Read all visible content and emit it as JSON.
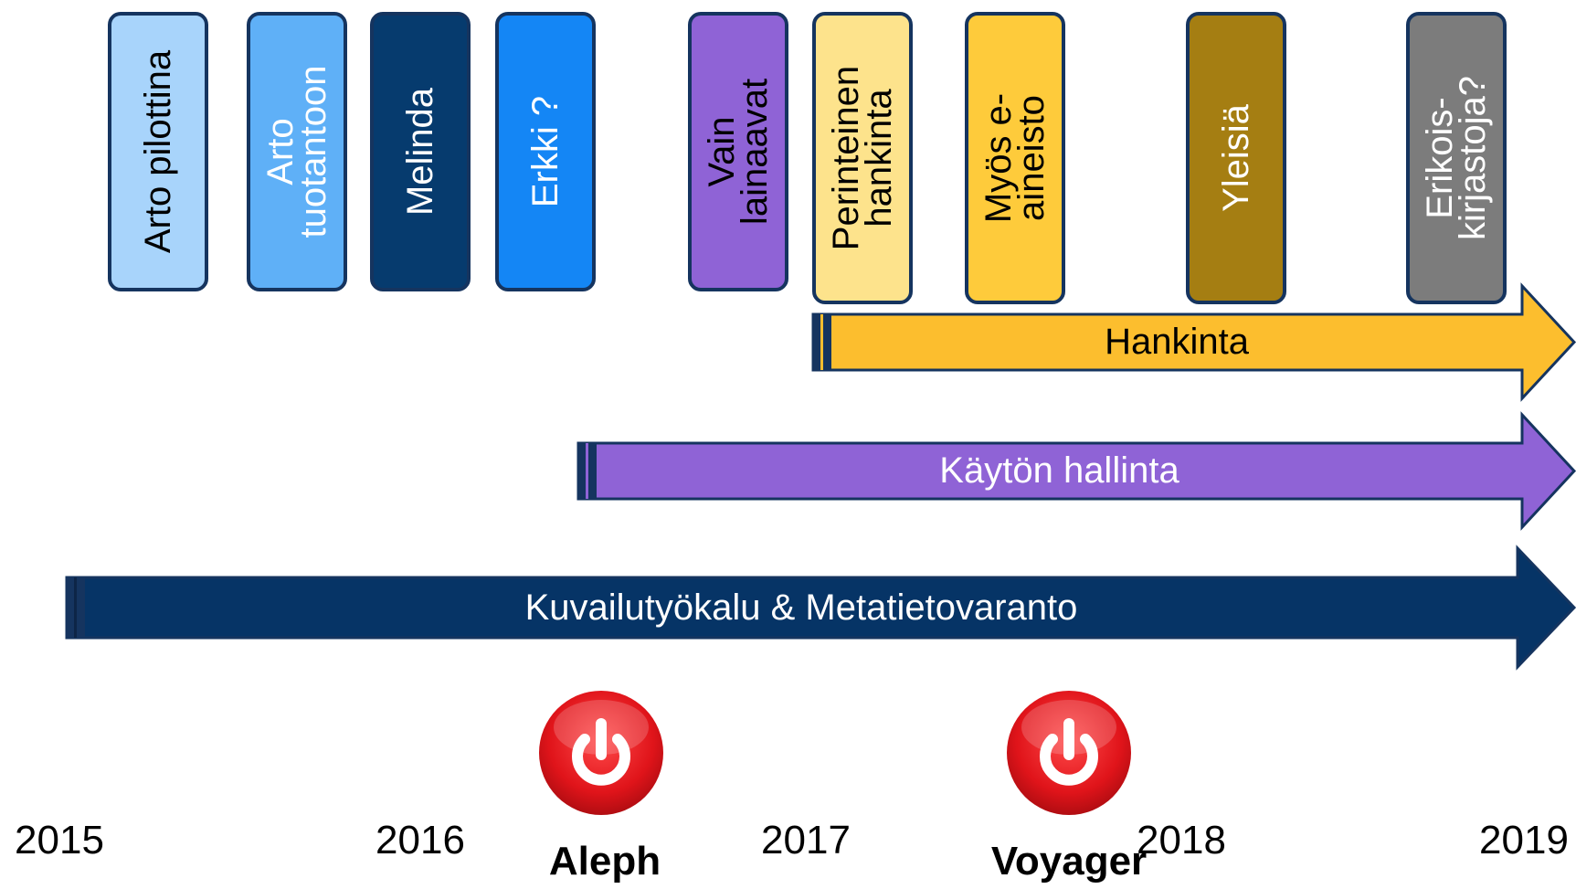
{
  "cards": [
    {
      "id": "arto-pilottina",
      "text": "Arto pilottina",
      "bg": "#a8d4fb",
      "color": "#000000"
    },
    {
      "id": "arto-tuotantoon",
      "text": "Arto\ntuotantoon",
      "bg": "#5fb0f7",
      "color": "#ffffff"
    },
    {
      "id": "melinda",
      "text": "Melinda",
      "bg": "#063b6e",
      "color": "#ffffff"
    },
    {
      "id": "erkki",
      "text": "Erkki ?",
      "bg": "#1486f5",
      "color": "#ffffff"
    },
    {
      "id": "vain-lainaavat",
      "text": "Vain\nlainaavat",
      "bg": "#8f63d6",
      "color": "#000000"
    },
    {
      "id": "perinteinen-hankinta",
      "text": "Perinteinen\nhankinta",
      "bg": "#fde38c",
      "color": "#000000"
    },
    {
      "id": "myos-e-aineisto",
      "text": "Myös e-\naineisto",
      "bg": "#fecb3b",
      "color": "#000000"
    },
    {
      "id": "yleisia",
      "text": "Yleisiä",
      "bg": "#a57e12",
      "color": "#ffffff"
    },
    {
      "id": "erikoiskirjastoja",
      "text": "Erikois-\nkirjastoja?",
      "bg": "#7c7c7c",
      "color": "#ffffff"
    }
  ],
  "bands": [
    {
      "id": "hankinta",
      "label": "Hankinta",
      "fill": "#fcbe2e",
      "text_color": "#000000"
    },
    {
      "id": "kayton-hallinta",
      "label": "Käytön hallinta",
      "fill": "#8f63d6",
      "text_color": "#ffffff"
    },
    {
      "id": "kuvailutyokalu",
      "label": "Kuvailutyökalu & Metatietovaranto",
      "fill": "#063466",
      "text_color": "#ffffff"
    }
  ],
  "years": [
    "2015",
    "2016",
    "2017",
    "2018",
    "2019"
  ],
  "systems": [
    {
      "id": "aleph",
      "label": "Aleph",
      "icon": "power-icon"
    },
    {
      "id": "voyager",
      "label": "Voyager",
      "icon": "power-icon"
    }
  ],
  "colors": {
    "outline": "#15345f",
    "power_red": "#e0141a"
  }
}
